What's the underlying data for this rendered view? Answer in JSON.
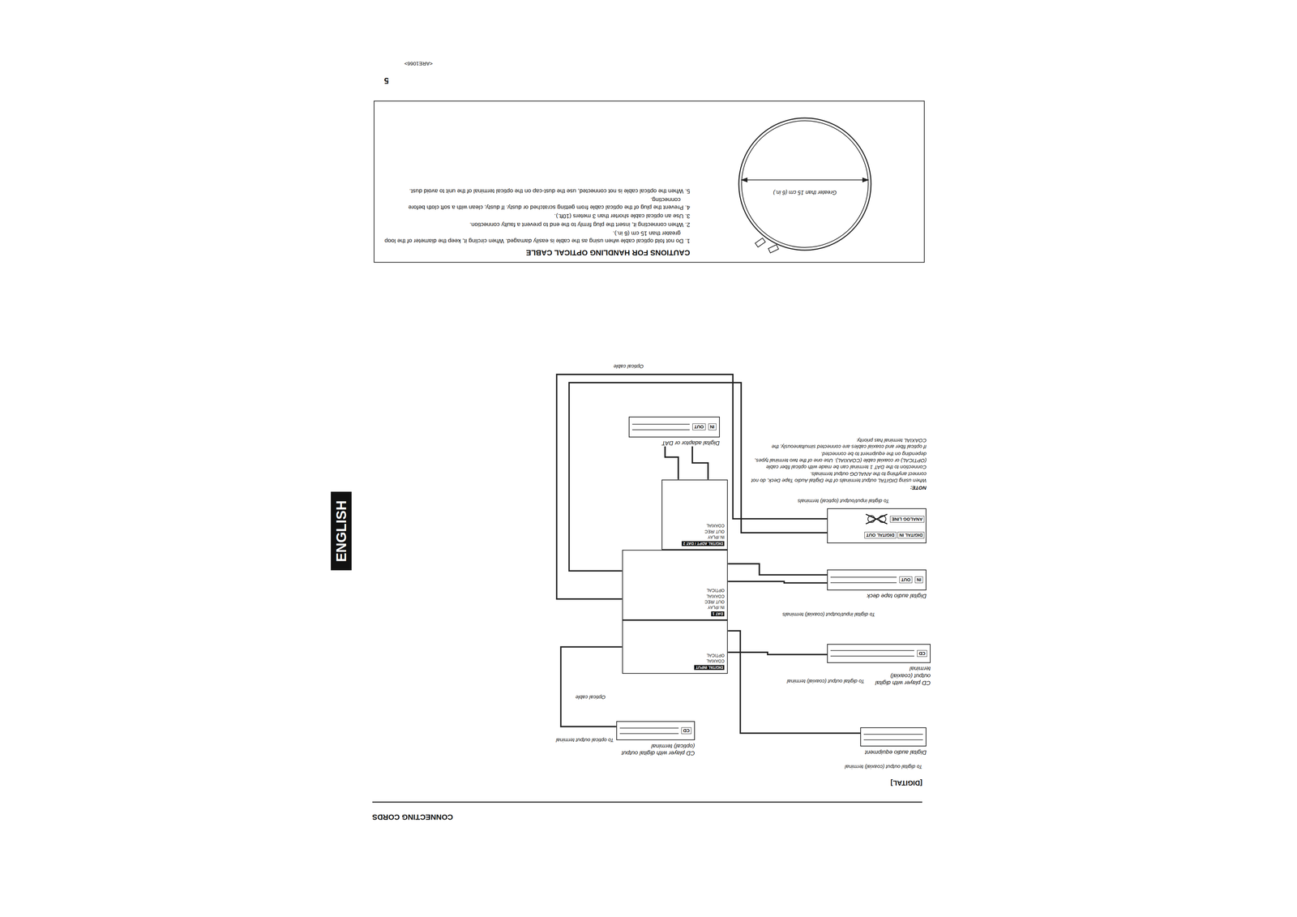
{
  "diagram": {
    "title": "CONNECTING CORDS",
    "nodes": [
      {
        "text": [
          "Digital audio equipment"
        ]
      },
      {
        "text": [
          "CD player with digital output (optical) terminal",
          "CD"
        ]
      },
      {
        "text": [
          "CD player with digital output (coaxial) terminal",
          "CD"
        ]
      },
      {
        "text": [
          "DIGITAL INPUT",
          "COAXIAL",
          "OPTICAL"
        ]
      },
      {
        "text": [
          "DAT 1",
          "IN /PLAY",
          "OUT /REC",
          "COAXIAL",
          "OPTICAL"
        ]
      },
      {
        "text": [
          "DIGITAL ADPT / DAT 2",
          "IN /PLAY",
          "OUT /REC",
          "COAXIAL"
        ]
      },
      {
        "text": [
          "Digital audio tape deck",
          "IN",
          "OUT"
        ]
      },
      {
        "text": [
          "DIGITAL IN",
          "DIGITAL OUT",
          "ANALOG LINE"
        ]
      },
      {
        "text": [
          "Digital adaptor or DAT",
          "IN",
          "OUT"
        ]
      },
      {
        "text": [
          "CAUTIONS FOR HANDLING OPTICAL CABLE",
          "1. Do not fold optical cable when using as the cable is easily damaged. When circling it, keep the diameter of the loop greater than 15 cm (6 in.).",
          "2. When connecting it, insert the plug firmly to the end to prevent a faulty connection.",
          "3. Use an optical cable shorter than 3 meters (10ft.).",
          "4. Prevent the plug of the optical cable from getting scratched or dusty. If dusty, clean with a soft cloth before connecting.",
          "5. When the optical cable is not connected, use the dust-cap on the optical terminal of the unit to avoid dust."
        ]
      },
      {
        "text": [
          "ENGLISH"
        ]
      }
    ],
    "edges": [
      {
        "from": 0,
        "to": 3,
        "arrow": "none"
      },
      {
        "from": 1,
        "to": 3,
        "arrow": "none"
      },
      {
        "from": 2,
        "to": 3,
        "arrow": "none"
      },
      {
        "from": 6,
        "to": 4,
        "arrow": "none"
      },
      {
        "from": 6,
        "to": 4,
        "arrow": "none"
      },
      {
        "from": 7,
        "to": 4,
        "arrow": "none"
      },
      {
        "from": 7,
        "to": 4,
        "arrow": "none"
      },
      {
        "from": 8,
        "to": 5,
        "arrow": "none"
      },
      {
        "from": 8,
        "to": 5,
        "arrow": "none"
      }
    ],
    "labels": [
      "[DIGITAL]",
      "To digital output (coaxial) terminal",
      "To optical output terminal",
      "Optical cable",
      "To digital output (coaxial) terminal",
      "To digital input/output (coaxial) terminals",
      "To digital input/output (optical) terminals",
      "NOTE:",
      "When using DIGITAL output terminals of the Digital Audio Tape Deck, do not connect anything to the ANALOG output terminals.",
      "Connection to the DAT 1 terminal can be made with optical fiber cable (OPTICAL) or coaxial cable (COAXIAL). Use one of the two terminal types, depending on the equipment to be connected.",
      "If optical fiber and coaxial cables are connected simultaneously, the COAXIAL terminal has priority.",
      "Optical cable",
      "Greater than 15 cm (6 in.)",
      "5",
      "<ARE1066>"
    ]
  }
}
